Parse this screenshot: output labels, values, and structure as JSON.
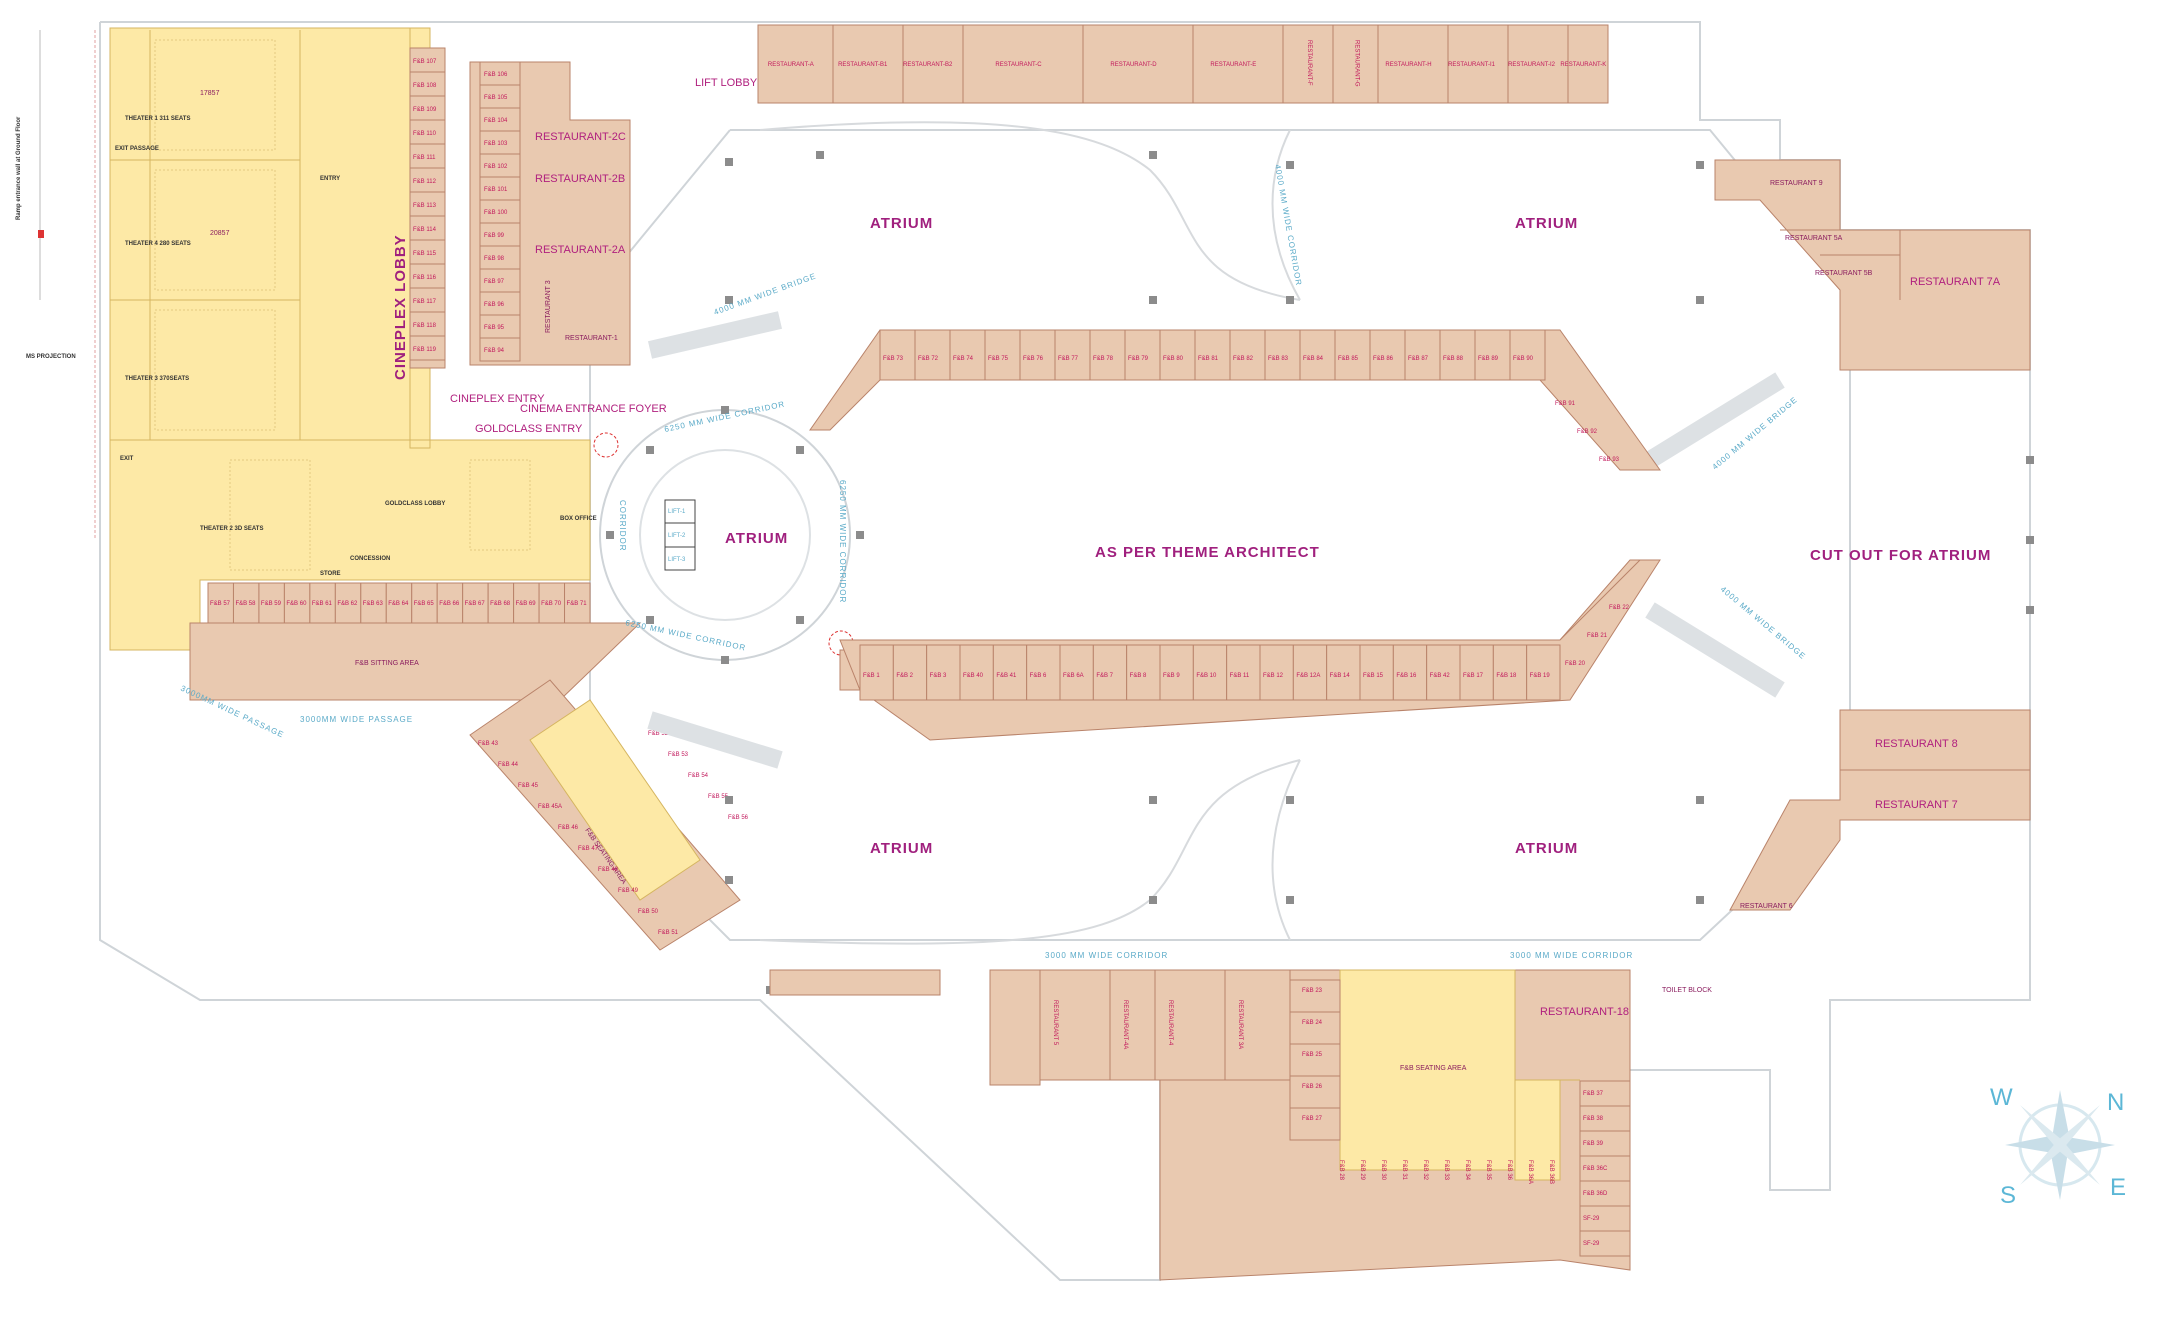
{
  "atrium_labels": [
    "ATRIUM",
    "ATRIUM",
    "ATRIUM",
    "ATRIUM",
    "ATRIUM"
  ],
  "center_label": "AS PER THEME ARCHITECT",
  "cutout_label": "CUT OUT FOR ATRIUM",
  "cineplex_lobby": "CINEPLEX LOBBY",
  "cinema": {
    "entry": "CINEPLEX ENTRY",
    "foyer": "CINEMA ENTRANCE FOYER",
    "goldclass": "GOLDCLASS ENTRY",
    "concession": "CONCESSION",
    "box_office": "BOX OFFICE",
    "goldclass_lobby": "GOLDCLASS LOBBY",
    "store": "STORE",
    "entry_short": "ENTRY",
    "exit": "EXIT",
    "exit_passage": "EXIT PASSAGE",
    "area_1": "17857",
    "area_2": "20857",
    "theater_1": "THEATER 1 311 SEATS",
    "theater_2": "THEATER 4 280 SEATS",
    "theater_3": "THEATER 3 370SEATS",
    "theater_4": "THEATER 2 3D SEATS"
  },
  "left_notes": {
    "ms_projection": "MS PROJECTION",
    "ramp": "Ramp entrance wall at Ground Floor"
  },
  "restaurants_top": [
    "RESTAURANT-A",
    "RESTAURANT-B1",
    "RESTAURANT-B2",
    "RESTAURANT-C",
    "RESTAURANT-D",
    "RESTAURANT-E",
    "RESTAURANT-F",
    "RESTAURANT-G",
    "RESTAURANT-H",
    "RESTAURANT-I1",
    "RESTAURANT-I2",
    "RESTAURANT-K"
  ],
  "restaurants_left": [
    "RESTAURANT-2C",
    "RESTAURANT-2B",
    "RESTAURANT-2A",
    "RESTAURANT-1",
    "RESTAURANT 3"
  ],
  "restaurants_right": [
    "RESTAURANT 9",
    "RESTAURANT 5A",
    "RESTAURANT 5B",
    "RESTAURANT 7A",
    "RESTAURANT 8",
    "RESTAURANT 7",
    "RESTAURANT 6"
  ],
  "restaurants_bottom": [
    "RESTAURANT 5",
    "RESTAURANT-4A",
    "RESTAURANT-4",
    "RESTAURANT 3A",
    "RESTAURANT-18"
  ],
  "lift_lobby": "LIFT LOBBY",
  "toilet_block": "TOILET BLOCK",
  "fb_seating": "F&B SEATING AREA",
  "fb_sitting": "F&B SITTING AREA",
  "corridor_3000_a": "3000 MM WIDE CORRIDOR",
  "corridor_3000_b": "3000 MM WIDE CORRIDOR",
  "corridor_ring_top": "6250 MM WIDE CORRIDOR",
  "corridor_ring_bottom": "6250 MM WIDE CORRIDOR",
  "corridor_ring_right": "6250 MM WIDE CORRIDOR",
  "corridor_vertical": "CORRIDOR",
  "bridge_top": "4000 MM WIDE BRIDGE",
  "bridge_curve": "4000 MM WIDE CORRIDOR",
  "bridge_right_top": "4000 MM WIDE BRIDGE",
  "bridge_right_bottom": "4000 MM WIDE BRIDGE",
  "passage_top": "3000MM WIDE PASSAGE",
  "passage_diag": "3000MM WIDE PASSAGE",
  "lift_labels": [
    "LIFT-1",
    "LIFT-2",
    "LIFT-3"
  ],
  "inner_upper_units": [
    "F&B 73",
    "F&B 72",
    "F&B 74",
    "F&B 75",
    "F&B 76",
    "F&B 77",
    "F&B 78",
    "F&B 79",
    "F&B 80",
    "F&B 81",
    "F&B 82",
    "F&B 83",
    "F&B 84",
    "F&B 85",
    "F&B 86",
    "F&B 87",
    "F&B 88",
    "F&B 89",
    "F&B 90",
    "F&B 91",
    "F&B 92",
    "F&B 93"
  ],
  "inner_lower_units": [
    "F&B 1",
    "F&B 2",
    "F&B 3",
    "F&B 40",
    "F&B 41",
    "F&B 6",
    "F&B 6A",
    "F&B 7",
    "F&B 8",
    "F&B 9",
    "F&B 10",
    "F&B 11",
    "F&B 12",
    "F&B 12A",
    "F&B 14",
    "F&B 15",
    "F&B 16",
    "F&B 42",
    "F&B 17",
    "F&B 18",
    "F&B 19",
    "F&B 20",
    "F&B 21",
    "F&B 22"
  ],
  "left_column_units": [
    "F&B 107",
    "F&B 108",
    "F&B 109",
    "F&B 110",
    "F&B 111",
    "F&B 112",
    "F&B 113",
    "F&B 114",
    "F&B 115",
    "F&B 116",
    "F&B 117",
    "F&B 118",
    "F&B 119"
  ],
  "left_mid_units": [
    "F&B 106",
    "F&B 105",
    "F&B 104",
    "F&B 103",
    "F&B 102",
    "F&B 101",
    "F&B 100",
    "F&B 99",
    "F&B 98",
    "F&B 97",
    "F&B 96",
    "F&B 95",
    "F&B 94"
  ],
  "row_57_units": [
    "F&B 57",
    "F&B 58",
    "F&B 59",
    "F&B 60",
    "F&B 61",
    "F&B 62",
    "F&B 63",
    "F&B 64",
    "F&B 65",
    "F&B 66",
    "F&B 67",
    "F&B 68",
    "F&B 69",
    "F&B 70",
    "F&B 71"
  ],
  "diag_units": [
    "F&B 43",
    "F&B 44",
    "F&B 45",
    "F&B 45A",
    "F&B 46",
    "F&B 47",
    "F&B 48",
    "F&B 49",
    "F&B 50",
    "F&B 51",
    "F&B 52",
    "F&B 53",
    "F&B 54",
    "F&B 55",
    "F&B 56"
  ],
  "bottom_units": [
    "F&B 23",
    "F&B 24",
    "F&B 25",
    "F&B 26",
    "F&B 27",
    "F&B 28",
    "F&B 29",
    "F&B 30",
    "F&B 31",
    "F&B 32",
    "F&B 33",
    "F&B 34",
    "F&B 35",
    "F&B 36",
    "F&B 36A",
    "F&B 36B",
    "F&B 37",
    "F&B 38",
    "F&B 39",
    "F&B 36C",
    "F&B 36D",
    "SF-29",
    "SF-29"
  ],
  "compass": {
    "w": "W",
    "n": "N",
    "s": "S",
    "e": "E"
  },
  "colors": {
    "shop": "#e9c9b0",
    "cinema": "#fde9a6",
    "text": "#a0207e",
    "corridor": "#5aaac8"
  }
}
